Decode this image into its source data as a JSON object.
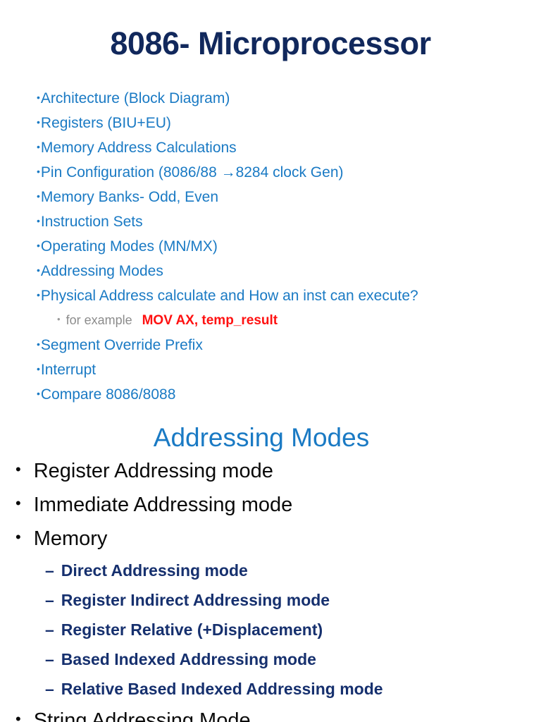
{
  "title": "8086- Microprocessor",
  "agenda": {
    "bullet_glyph": "•",
    "items": [
      {
        "text": "Architecture (Block Diagram)"
      },
      {
        "text": "Registers (BIU+EU)"
      },
      {
        "text": "Memory Address Calculations"
      },
      {
        "text": "Pin Configuration (8086/88  →8284 clock Gen)"
      },
      {
        "text": "Memory Banks- Odd, Even"
      },
      {
        "text": "Instruction Sets"
      },
      {
        "text": "Operating Modes (MN/MX)"
      },
      {
        "text": "Addressing Modes"
      },
      {
        "text": "Physical Address calculate and How an inst can execute?"
      }
    ],
    "example": {
      "bullet_glyph": "•",
      "label": "for example",
      "code": "MOV AX, temp_result"
    },
    "items_after_example": [
      {
        "text": "Segment Override Prefix"
      },
      {
        "text": "Interrupt"
      },
      {
        "text": "Compare 8086/8088"
      }
    ]
  },
  "section": {
    "heading": "Addressing Modes",
    "bullet_glyph": "•",
    "dash_glyph": "–",
    "items": [
      {
        "text": "Register Addressing mode"
      },
      {
        "text": "Immediate Addressing mode"
      },
      {
        "text": "Memory"
      }
    ],
    "memory_sub_items": [
      {
        "text": "Direct Addressing mode"
      },
      {
        "text": "Register Indirect Addressing mode"
      },
      {
        "text": "Register Relative (+Displacement)"
      },
      {
        "text": "Based Indexed Addressing mode"
      },
      {
        "text": "Relative Based Indexed Addressing mode"
      }
    ],
    "items_after_sub": [
      {
        "text": "String Addressing Mode"
      }
    ]
  },
  "colors": {
    "title_navy": "#11285C",
    "accent_blue": "#1A7AC4",
    "code_red": "#FF1111",
    "example_gray": "#8C8C8C",
    "sub_navy": "#16306E",
    "body_black": "#0A0A0A",
    "background": "#FFFFFF"
  }
}
